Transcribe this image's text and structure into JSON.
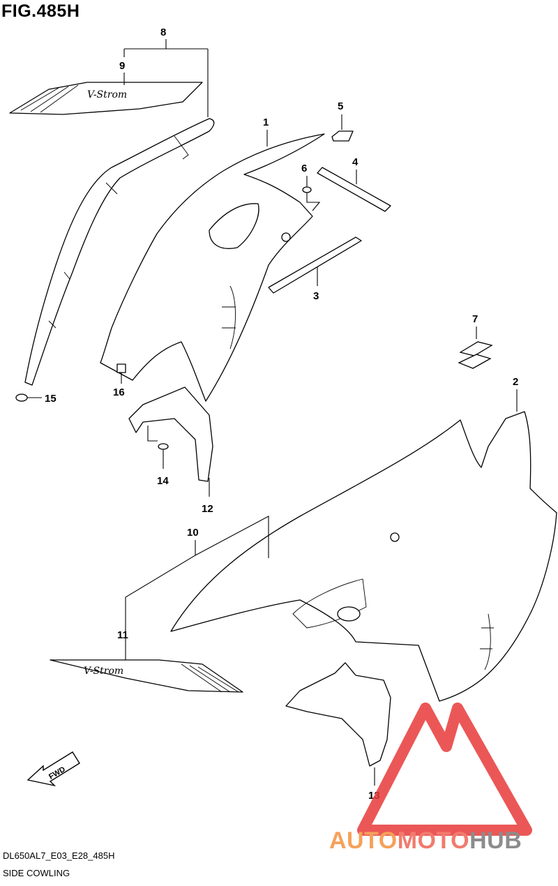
{
  "figure": {
    "title": "FIG.485H",
    "model_code": "DL650AL7_E03_E28_485H",
    "section_name": "SIDE COWLING",
    "fwd_label": "FWD",
    "decal_text": "V-Strom"
  },
  "callouts": {
    "c1": "1",
    "c2": "2",
    "c3": "3",
    "c4": "4",
    "c5": "5",
    "c6": "6",
    "c7": "7",
    "c8": "8",
    "c9": "9",
    "c10": "10",
    "c11": "11",
    "c12": "12",
    "c13": "13",
    "c14": "14",
    "c15": "15",
    "c16": "16"
  },
  "watermark": {
    "logo_text": "AUTOMOTOHUB",
    "part1": "AUTO",
    "part2": "MOTO",
    "part3": "HUB",
    "colors": {
      "triangle": "#e83a3a",
      "auto": "#f5a15a",
      "moto": "#f07b6e",
      "hub": "#8c8c8c"
    }
  }
}
